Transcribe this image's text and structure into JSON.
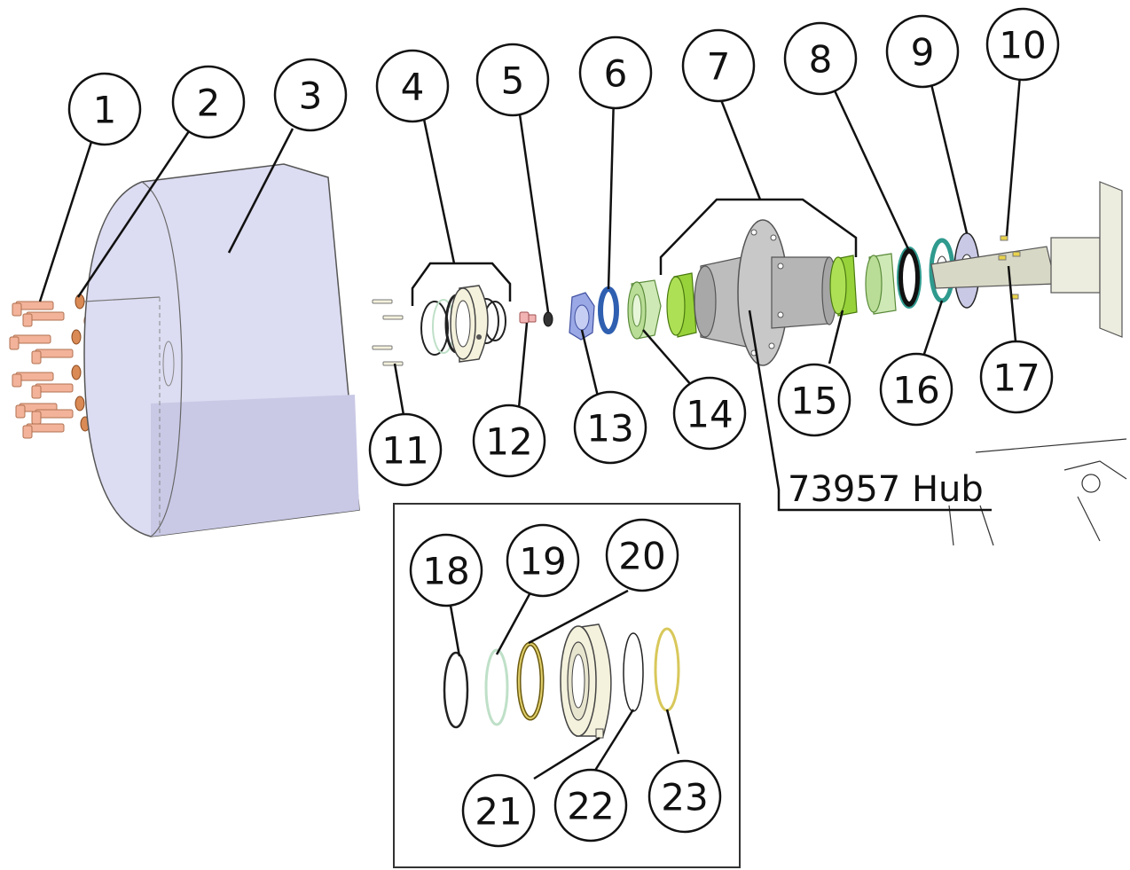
{
  "diagram": {
    "callouts": [
      {
        "id": "1",
        "label": "1"
      },
      {
        "id": "2",
        "label": "2"
      },
      {
        "id": "3",
        "label": "3"
      },
      {
        "id": "4",
        "label": "4"
      },
      {
        "id": "5",
        "label": "5"
      },
      {
        "id": "6",
        "label": "6"
      },
      {
        "id": "7",
        "label": "7"
      },
      {
        "id": "8",
        "label": "8"
      },
      {
        "id": "9",
        "label": "9"
      },
      {
        "id": "10",
        "label": "10"
      },
      {
        "id": "11",
        "label": "11"
      },
      {
        "id": "12",
        "label": "12"
      },
      {
        "id": "13",
        "label": "13"
      },
      {
        "id": "14",
        "label": "14"
      },
      {
        "id": "15",
        "label": "15"
      },
      {
        "id": "16",
        "label": "16"
      },
      {
        "id": "17",
        "label": "17"
      },
      {
        "id": "18",
        "label": "18"
      },
      {
        "id": "19",
        "label": "19"
      },
      {
        "id": "20",
        "label": "20"
      },
      {
        "id": "21",
        "label": "21"
      },
      {
        "id": "22",
        "label": "22"
      },
      {
        "id": "23",
        "label": "23"
      }
    ],
    "hub_label": "73957 Hub",
    "colors": {
      "bolts": "#f2b39a",
      "washers": "#d98a55",
      "drum": "#dcdcf2",
      "drum_shade": "#c9c9e6",
      "seal_housing": "#f4f1dc",
      "nut": "#9aa8e6",
      "washer_blue": "#2f5fb0",
      "bearing_green": "#cfe9b6",
      "race_green": "#98d23a",
      "hub": "#bdbdbd",
      "seal_teal": "#2f9a8e",
      "spindle": "#d8d8c6"
    }
  }
}
